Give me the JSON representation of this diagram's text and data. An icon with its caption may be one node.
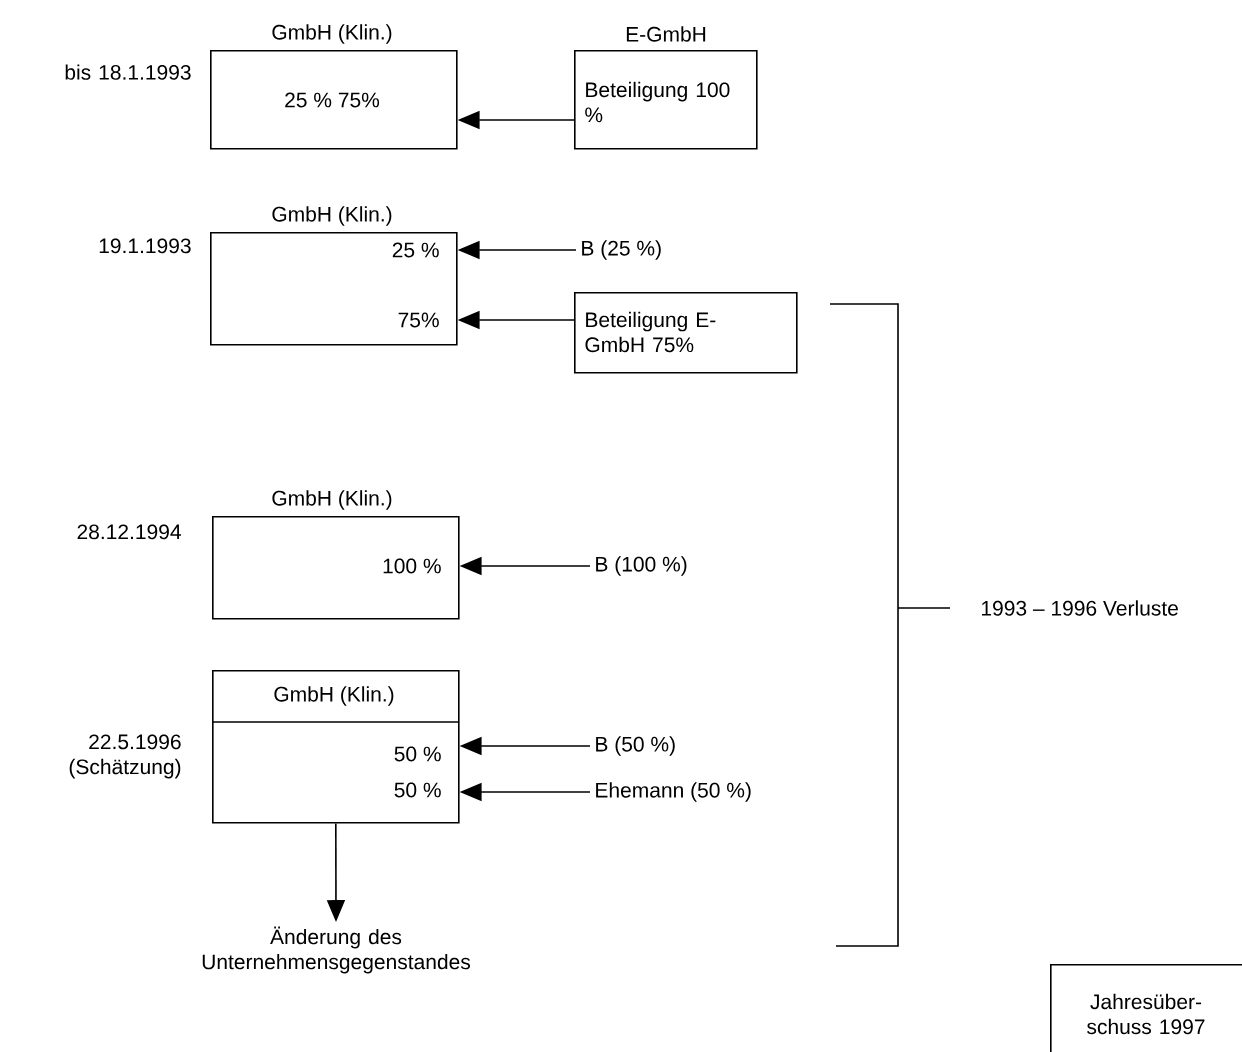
{
  "diagram": {
    "nodes": [
      {
        "text": [
          "GmbH (Klin.)",
          "25 % 75%"
        ],
        "beside": [
          "bis 18.1.1993"
        ]
      },
      {
        "text": [
          "E-GmbH",
          "Beteiligung 100 %"
        ]
      },
      {
        "text": [
          "GmbH (Klin.)",
          "25 %",
          "75%"
        ],
        "beside": [
          "19.1.1993"
        ]
      },
      {
        "text": [
          "B (25 %)"
        ]
      },
      {
        "text": [
          "Beteiligung E-GmbH 75%"
        ]
      },
      {
        "text": [
          "GmbH (Klin.)",
          "100 %"
        ],
        "beside": [
          "28.12.1994"
        ]
      },
      {
        "text": [
          "B (100 %)"
        ]
      },
      {
        "text": [
          "GmbH (Klin.)",
          "50 %",
          "50 %"
        ],
        "beside": [
          "22.5.1996 (Schätzung)"
        ]
      },
      {
        "text": [
          "B (50 %)"
        ]
      },
      {
        "text": [
          "Ehemann (50 %)"
        ]
      },
      {
        "text": [
          "Änderung des Unternehmensgegenstandes"
        ]
      },
      {
        "text": [
          "Jahresüber- schuss 1997"
        ]
      }
    ],
    "edges": [
      {
        "from": 1,
        "to": 0,
        "arrow": "to"
      },
      {
        "from": 3,
        "to": 2,
        "arrow": "to"
      },
      {
        "from": 4,
        "to": 2,
        "arrow": "to"
      },
      {
        "from": 6,
        "to": 5,
        "arrow": "to"
      },
      {
        "from": 8,
        "to": 7,
        "arrow": "to"
      },
      {
        "from": 9,
        "to": 7,
        "arrow": "to"
      },
      {
        "from": 7,
        "to": 10,
        "arrow": "to"
      }
    ],
    "labels": [
      "1993 – 1996 Verluste"
    ]
  }
}
